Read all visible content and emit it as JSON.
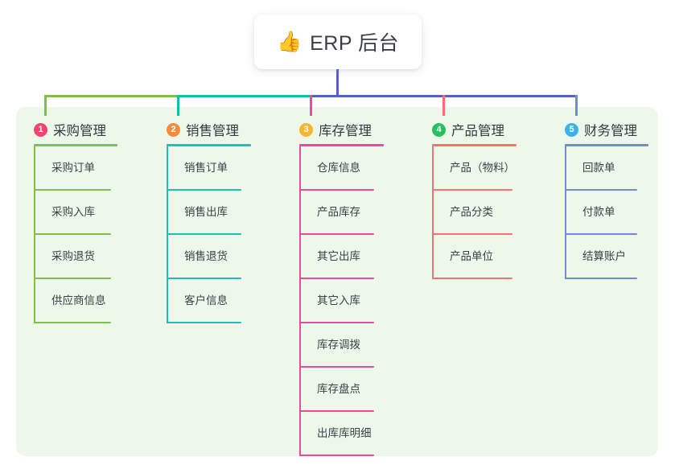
{
  "root": {
    "icon": "thumbs-up-icon",
    "icon_glyph": "👍",
    "label": "ERP 后台"
  },
  "palette": {
    "panel_bg": "#eef8ea",
    "card_bg": "#ffffff",
    "text": "#333a41",
    "bus_green": "#7fc04b",
    "bus_teal": "#0fbfa8",
    "bus_blue": "#5560c8"
  },
  "columns": [
    {
      "index": "1",
      "badge_color": "#f4436c",
      "line_color": "#7fc04b",
      "title": "采购管理",
      "items": [
        "采购订单",
        "采购入库",
        "采购退货",
        "供应商信息"
      ]
    },
    {
      "index": "2",
      "badge_color": "#f68b3c",
      "line_color": "#1ec0b4",
      "title": "销售管理",
      "items": [
        "销售订单",
        "销售出库",
        "销售退货",
        "客户信息"
      ]
    },
    {
      "index": "3",
      "badge_color": "#f8b62b",
      "line_color": "#ea4b9b",
      "title": "库存管理",
      "items": [
        "仓库信息",
        "产品库存",
        "其它出库",
        "其它入库",
        "库存调拨",
        "库存盘点",
        "出库库明细"
      ]
    },
    {
      "index": "4",
      "badge_color": "#28c05e",
      "line_color": "#f4736f",
      "title": "产品管理",
      "items": [
        "产品（物料）",
        "产品分类",
        "产品单位"
      ]
    },
    {
      "index": "5",
      "badge_color": "#35b4ec",
      "line_color": "#6f8ad6",
      "title": "财务管理",
      "items": [
        "回款单",
        "付款单",
        "结算账户"
      ]
    }
  ]
}
